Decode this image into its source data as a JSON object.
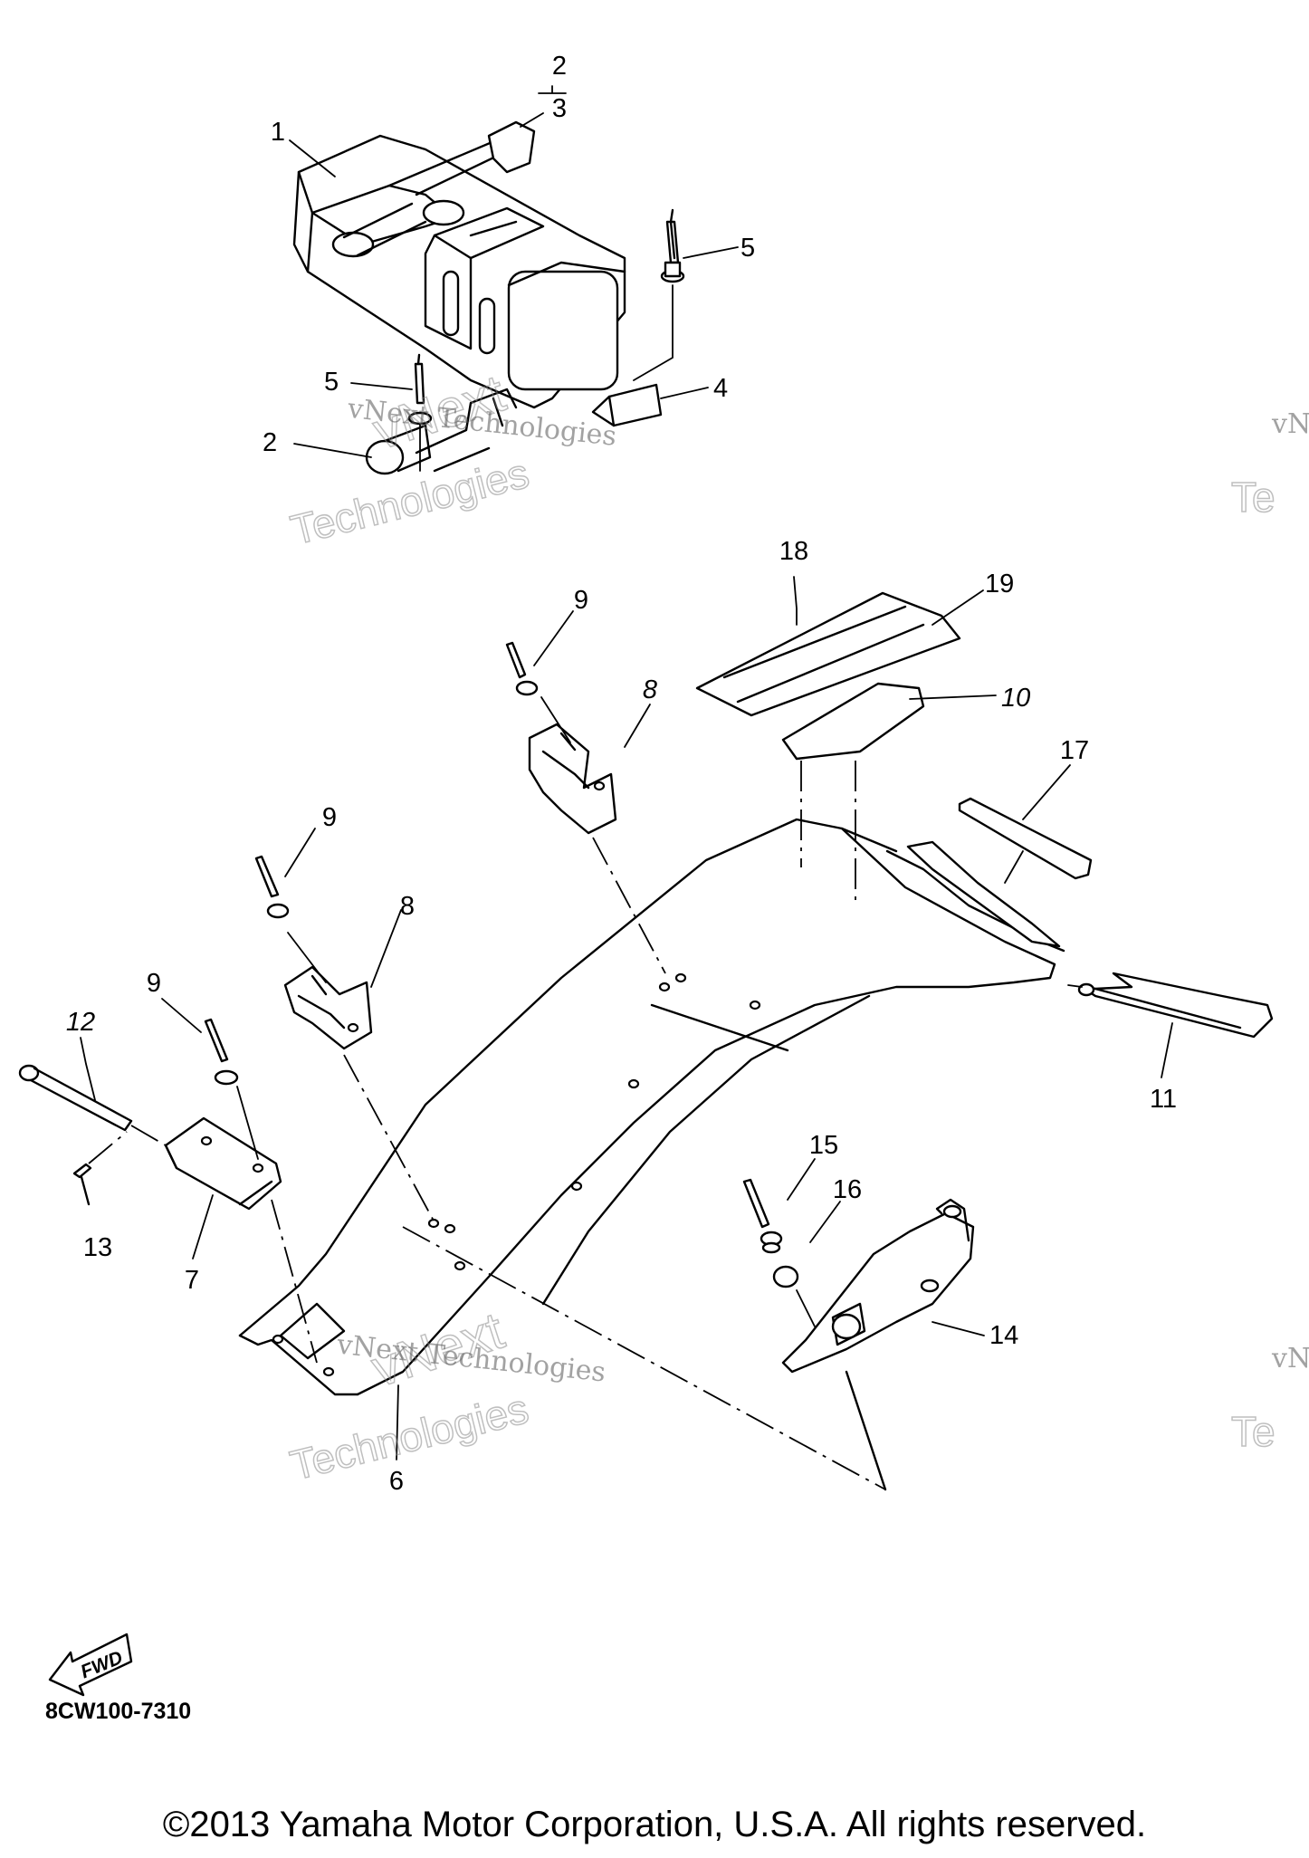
{
  "diagram": {
    "callouts": {
      "c1": "1",
      "c2_top": "2",
      "c3": "3",
      "c5_right": "5",
      "c5_left": "5",
      "c4": "4",
      "c2_bottom": "2",
      "c18": "18",
      "c19": "19",
      "c9_upper": "9",
      "c8_upper": "8",
      "c10": "10",
      "c17": "17",
      "c9_mid": "9",
      "c8_mid": "8",
      "c9_lower": "9",
      "c12": "12",
      "c13": "13",
      "c7": "7",
      "c11": "11",
      "c15": "15",
      "c16": "16",
      "c14": "14",
      "c6": "6"
    },
    "fwd_arrow_label": "FWD",
    "diagram_code": "8CW100-7310"
  },
  "watermark": {
    "line1": "vNext Technologies",
    "vnext": "vNext",
    "tech": "Technologies",
    "edge_vn": "vN",
    "edge_te": "Te"
  },
  "copyright": "©2013 Yamaha Motor Corporation, U.S.A. All rights reserved."
}
